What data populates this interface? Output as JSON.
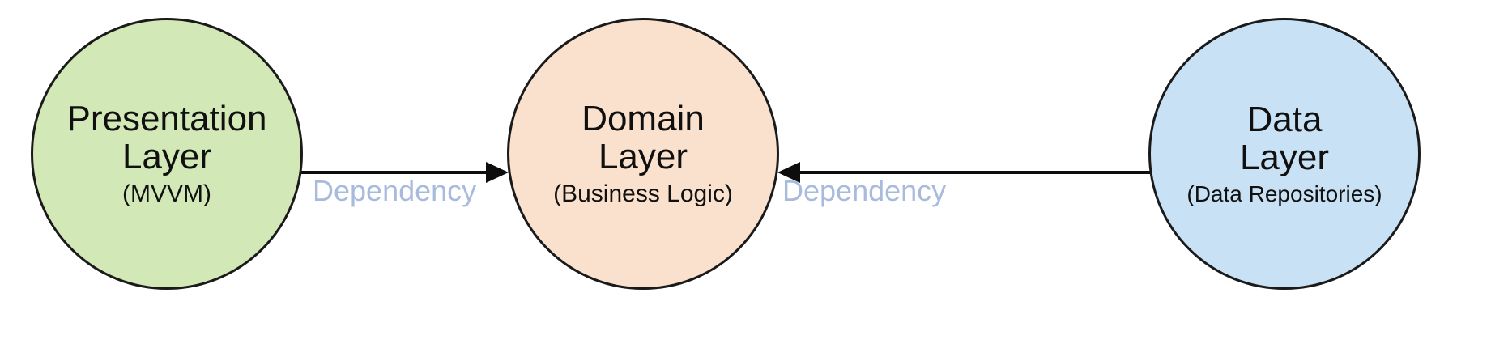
{
  "diagram": {
    "type": "layered-architecture",
    "background": "#ffffff",
    "nodes": [
      {
        "id": "presentation",
        "title": "Presentation\nLayer",
        "subtitle": "(MVVM)",
        "shape": "circle",
        "fill": "#d2e8b6",
        "stroke": "#1a1a1a"
      },
      {
        "id": "domain",
        "title": "Domain\nLayer",
        "subtitle": "(Business Logic)",
        "shape": "circle",
        "fill": "#fae1cd",
        "stroke": "#1a1a1a"
      },
      {
        "id": "data",
        "title": "Data\nLayer",
        "subtitle": "(Data Repositories)",
        "shape": "circle",
        "fill": "#c9e1f4",
        "stroke": "#1a1a1a"
      }
    ],
    "edges": [
      {
        "id": "presentation-to-domain",
        "label": "Dependency",
        "from": "presentation",
        "to": "domain",
        "direction": "right",
        "color": "#0d0d0d",
        "label_color": "#a9bbdd"
      },
      {
        "id": "data-to-domain",
        "label": "Dependency",
        "from": "data",
        "to": "domain",
        "direction": "left",
        "color": "#0d0d0d",
        "label_color": "#a9bbdd"
      }
    ]
  }
}
